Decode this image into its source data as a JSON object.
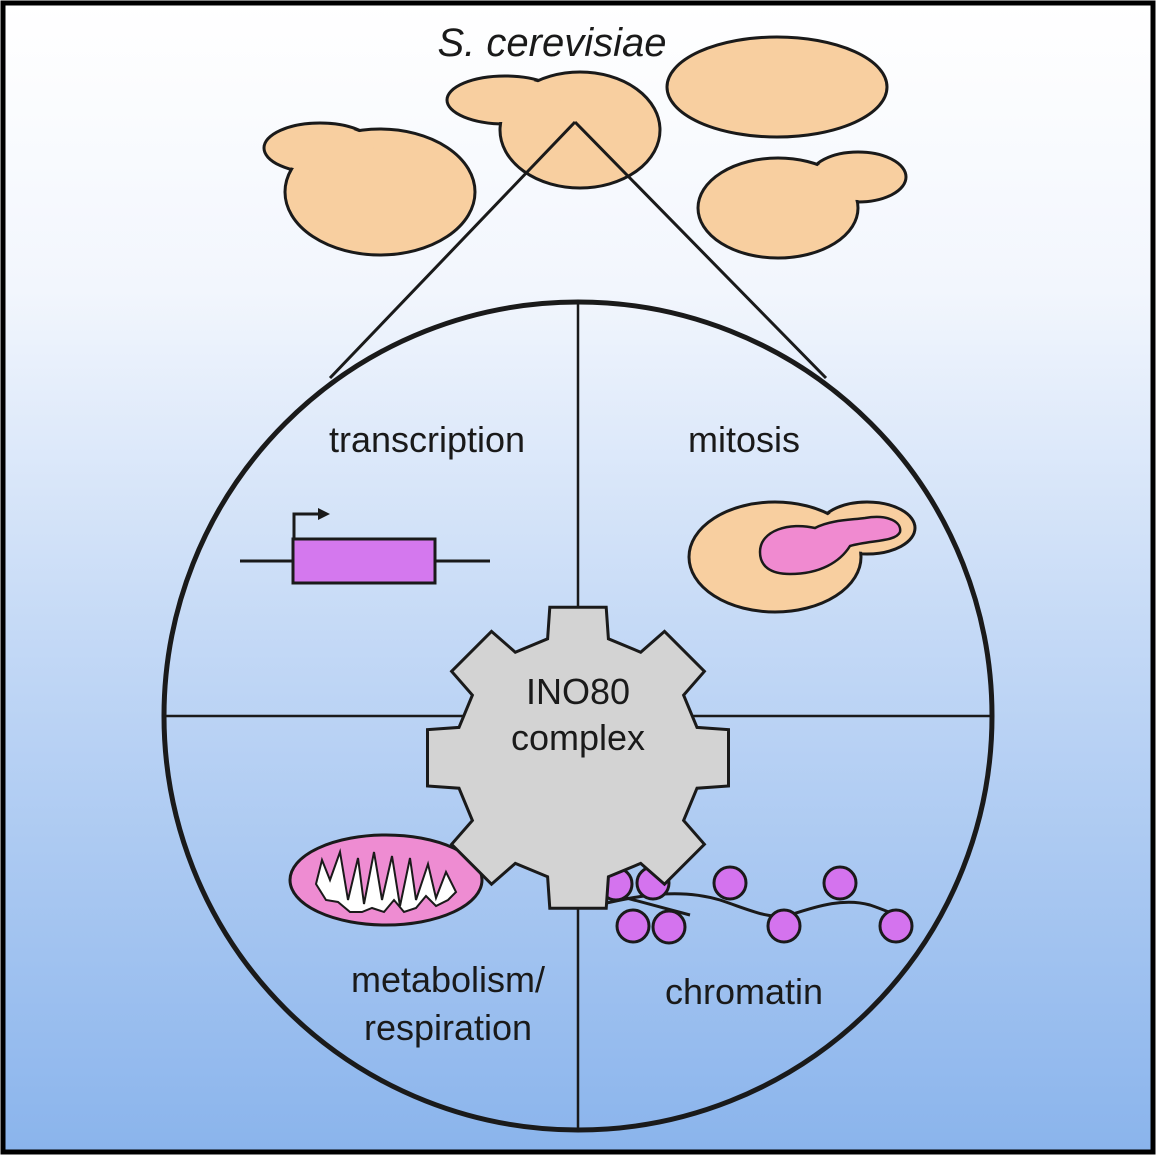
{
  "organism": "S. cerevisiae",
  "complex": {
    "line1": "INO80",
    "line2": "complex"
  },
  "quadrants": {
    "top_left": "transcription",
    "top_right": "mitosis",
    "bottom_left_line1": "metabolism/",
    "bottom_left_line2": "respiration",
    "bottom_right": "chromatin"
  },
  "colors": {
    "background_top": "#ffffff",
    "background_bottom": "#8ab4ec",
    "yeast_cell": "#f8cfa0",
    "gear": "#d3d3d3",
    "gene_box": "#d478ee",
    "nucleus": "#f08ad0",
    "mitochondrion": "#ee8cd2",
    "nucleosome": "#d473ee",
    "outline": "#1a1a1a"
  }
}
